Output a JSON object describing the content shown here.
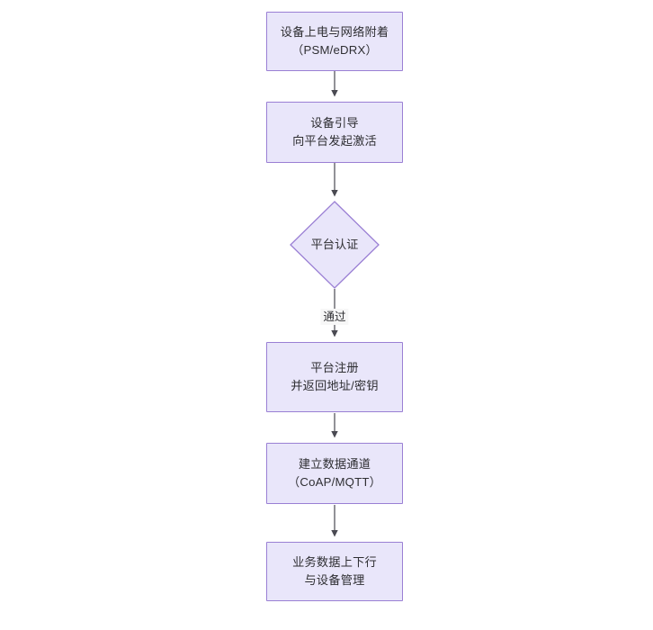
{
  "diagram": {
    "type": "flowchart",
    "orientation": "top-to-bottom",
    "background_color": "#ffffff",
    "node_fill_color": "#e9e6fa",
    "node_border_color": "#9a7fd4",
    "edge_color": "#4a4a52",
    "text_color": "#2f2f33",
    "nodes": [
      {
        "id": "n1",
        "shape": "rectangle",
        "label": "设备上电与网络附着\n（PSM/eDRX）"
      },
      {
        "id": "n2",
        "shape": "rectangle",
        "label": "设备引导\n向平台发起激活"
      },
      {
        "id": "n3",
        "shape": "diamond",
        "label": "平台认证"
      },
      {
        "id": "n4",
        "shape": "rectangle",
        "label": "平台注册\n并返回地址/密钥"
      },
      {
        "id": "n5",
        "shape": "rectangle",
        "label": "建立数据通道\n（CoAP/MQTT）"
      },
      {
        "id": "n6",
        "shape": "rectangle",
        "label": "业务数据上下行\n与设备管理"
      }
    ],
    "edges": [
      {
        "id": "e1",
        "from": "n1",
        "to": "n2",
        "label": ""
      },
      {
        "id": "e2",
        "from": "n2",
        "to": "n3",
        "label": ""
      },
      {
        "id": "e3",
        "from": "n3",
        "to": "n4",
        "label": "通过"
      },
      {
        "id": "e4",
        "from": "n4",
        "to": "n5",
        "label": ""
      },
      {
        "id": "e5",
        "from": "n5",
        "to": "n6",
        "label": ""
      }
    ]
  }
}
